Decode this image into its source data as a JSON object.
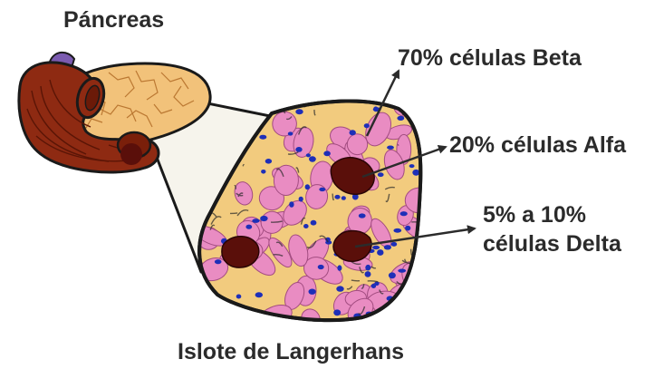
{
  "labels": {
    "pancreas": "Páncreas",
    "islet": "Islote de Langerhans",
    "beta": "70% células Beta",
    "alpha": "20% células Alfa",
    "delta_line1": "5% a 10%",
    "delta_line2": "células Delta"
  },
  "colors": {
    "pancreas_body": "#F2C27A",
    "pancreas_head": "#8E2A12",
    "islet_background": "#F2CB7E",
    "beta_cell": "#E98CC2",
    "nucleus": "#1E2FB8",
    "delta_cell": "#5A0F0A",
    "outline": "#1a1a1a",
    "zoom_cone": "#F6F4EC"
  }
}
